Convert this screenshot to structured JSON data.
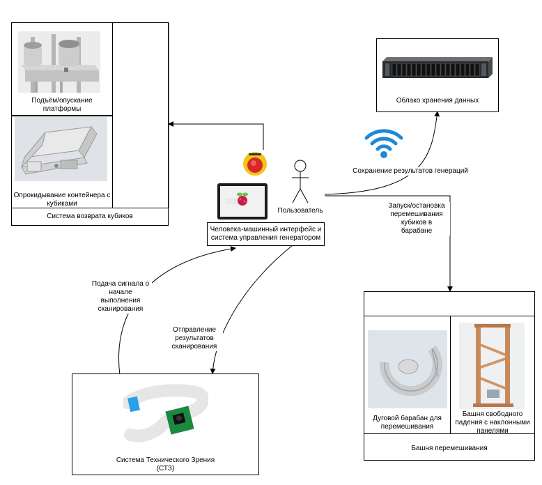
{
  "nodes": {
    "return_system": {
      "platform_caption": "Подъём/опускание платформы",
      "tilt_caption": "Опрокидывание контейнера с кубиками",
      "label": "Система возврата кубиков"
    },
    "cloud": {
      "label": "Облако хранения данных"
    },
    "hmi": {
      "user_label": "Пользователь",
      "label": "Человека-машинный интерфейс и система управления генератором"
    },
    "vision": {
      "label_line1": "Система Технического Зрения",
      "label_line2": "(СТЗ)"
    },
    "tower": {
      "drum_caption": "Дуговой барабан для перемешивания",
      "free_fall_caption": "Башня свободного падения с наклонными панелями",
      "label": "Башня перемешивания"
    }
  },
  "edges": {
    "save_results": "Сохранение результатов генераций",
    "start_stop_line1": "Запуск/остановка",
    "start_stop_line2": "перемешивания",
    "start_stop_line3": "кубиков в",
    "start_stop_line4": "барабане",
    "scan_signal_line1": "Подача сигнала о",
    "scan_signal_line2": "начале",
    "scan_signal_line3": "выполнения",
    "scan_signal_line4": "сканирования",
    "scan_results_line1": "Отправление",
    "scan_results_line2": "результатов",
    "scan_results_line3": "сканирования"
  },
  "colors": {
    "line": "#000000",
    "wifi": "#1e88d8",
    "estop": "#d62828",
    "estop_ring": "#f3c614",
    "raspberry": "#c51a4a",
    "wood": "#c98a5a"
  },
  "icons": [
    "wifi-icon",
    "emergency-stop-icon",
    "user-stick-figure-icon",
    "raspberry-pi-logo"
  ]
}
